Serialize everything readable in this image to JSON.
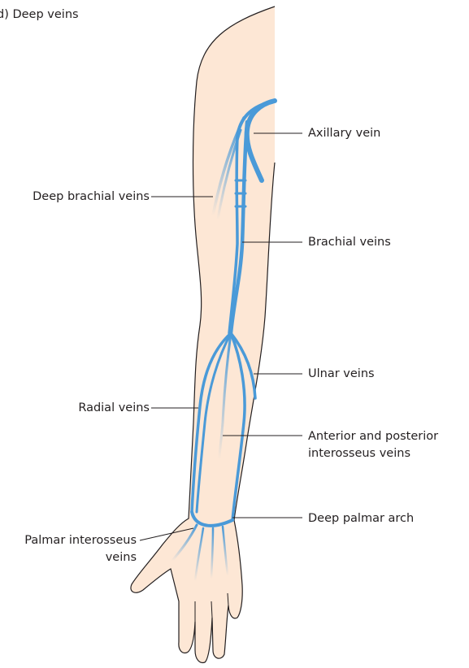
{
  "figure": {
    "title": "d) Deep veins",
    "colors": {
      "skin_fill": "#fde7d5",
      "outline": "#231f20",
      "vein": "#4a9ad8",
      "leader": "#231f20"
    }
  },
  "labels": {
    "axillary": "Axillary vein",
    "deep_brachial": "Deep brachial veins",
    "brachial": "Brachial veins",
    "ulnar": "Ulnar veins",
    "radial": "Radial veins",
    "interosseus_line1": "Anterior and posterior",
    "interosseus_line2": "interosseus veins",
    "deep_palmar": "Deep palmar arch",
    "palmar_line1": "Palmar interosseus",
    "palmar_line2": "veins"
  }
}
